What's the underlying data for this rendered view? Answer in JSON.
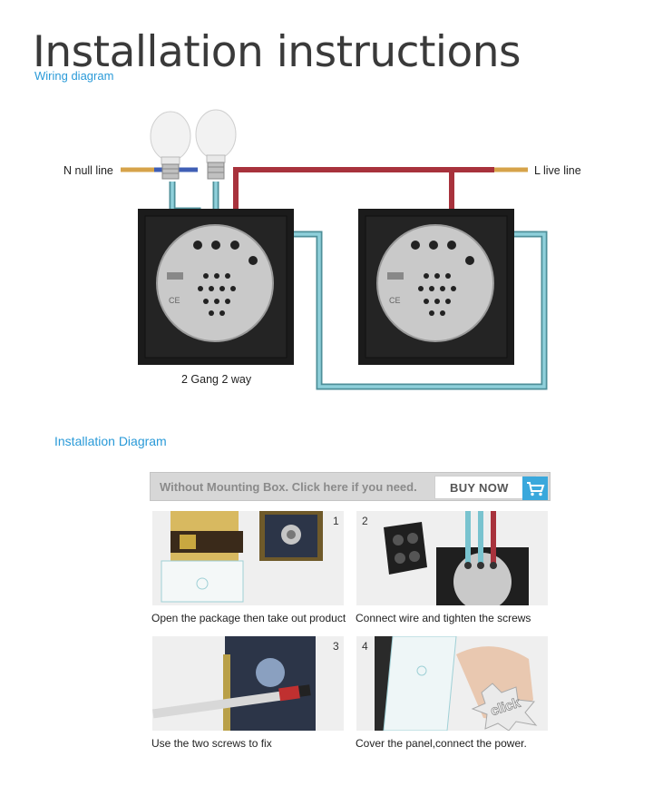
{
  "header": {
    "title": "Installation instructions",
    "wiring_subtitle": "Wiring diagram"
  },
  "wiring": {
    "n_label": "N null line",
    "l_label": "L live line",
    "caption": "2 Gang 2 way"
  },
  "install": {
    "subtitle": "Installation Diagram",
    "banner_text": "Without Mounting Box. Click here if you need.",
    "buy_label": "BUY NOW",
    "steps": [
      {
        "number": "1",
        "caption": "Open the package then take out product"
      },
      {
        "number": "2",
        "caption": "Connect wire and tighten the screws"
      },
      {
        "number": "3",
        "caption": "Use the two screws to fix"
      },
      {
        "number": "4",
        "caption": "Cover the panel,connect the power."
      }
    ],
    "click_text": "click"
  },
  "colors": {
    "accent": "#2a9ad8",
    "live_wire": "#a8323c",
    "null_wire": "#3f5fb5",
    "switch_wire": "#79c3cf",
    "panel": "#1b1b1b",
    "module": "#c9c9c9"
  }
}
